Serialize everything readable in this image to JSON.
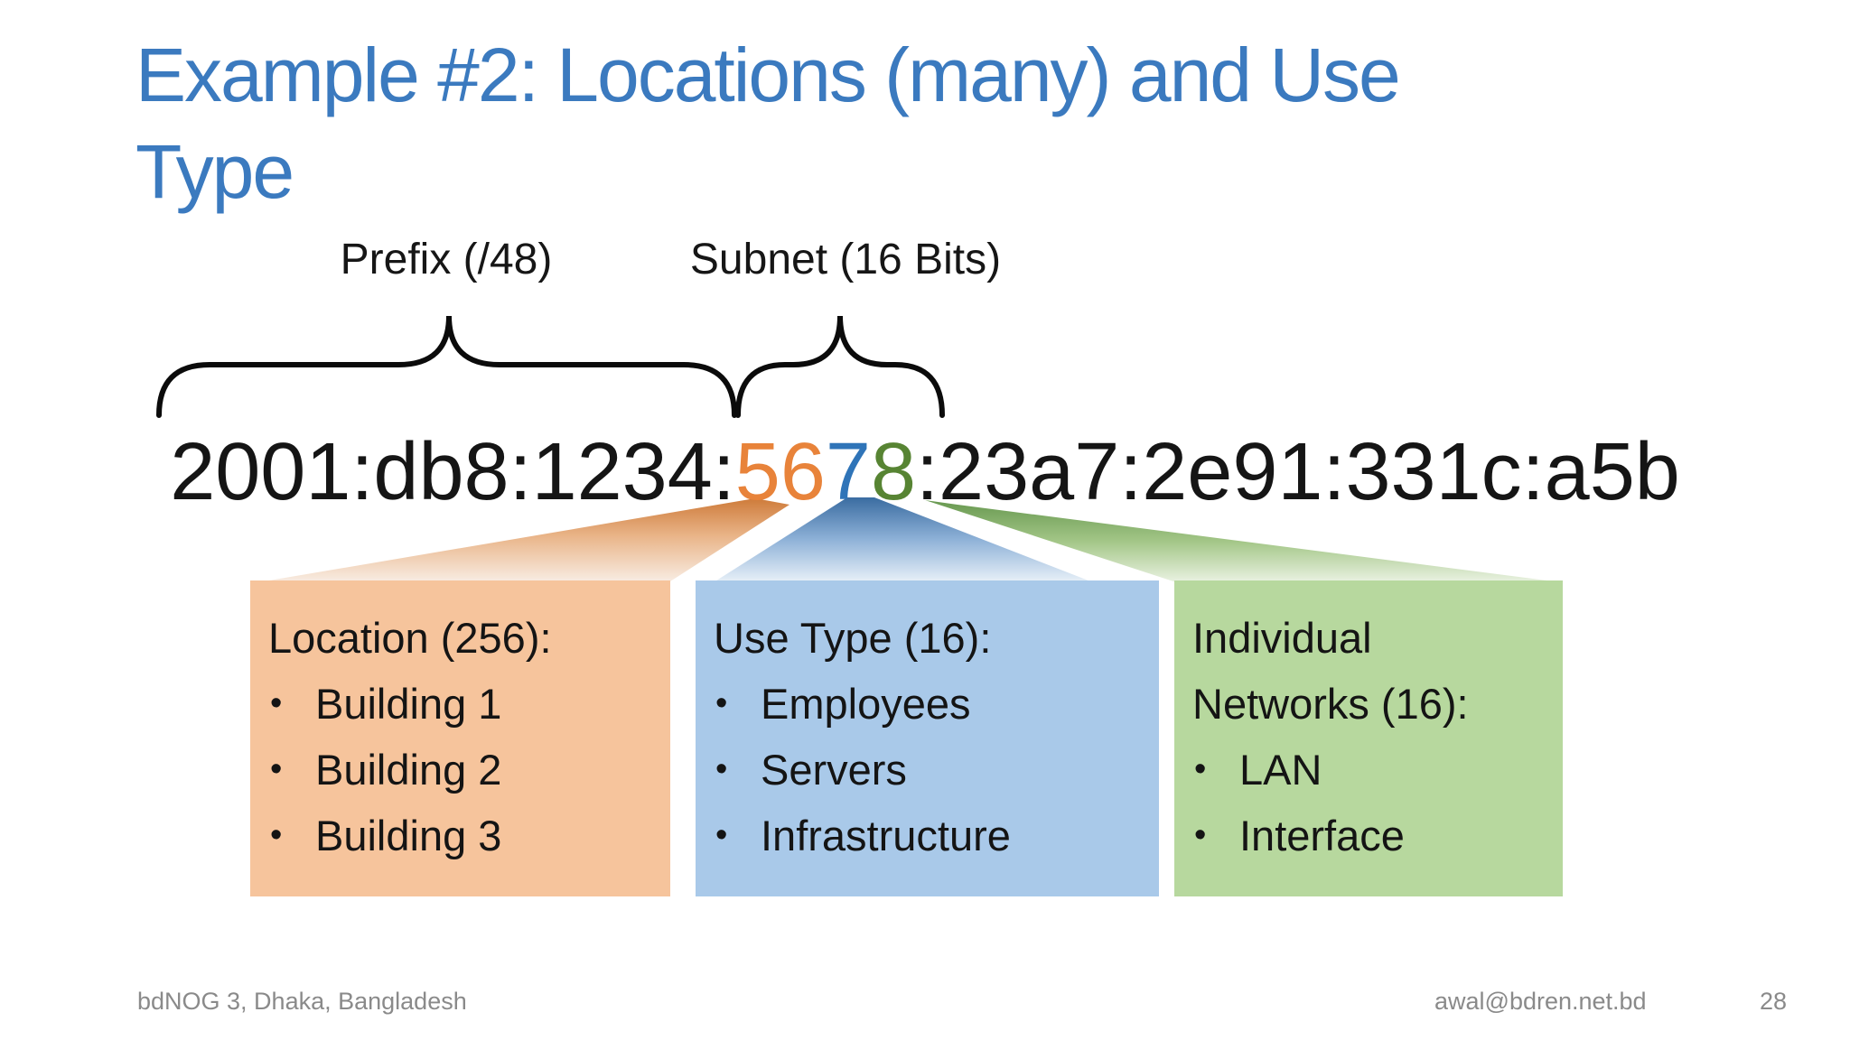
{
  "slide": {
    "title": "Example #2: Locations (many) and Use Type",
    "title_color": "#3B7ABF",
    "bullet_char": "•",
    "annotations": {
      "prefix_label": "Prefix (/48)",
      "subnet_label": "Subnet (16 Bits)"
    },
    "ipv6_address": {
      "full": "2001:db8:1234:5678:23a7:2e91:331c:a5b",
      "segments": [
        {
          "text": "2001:db8:1234:",
          "color": "#151515"
        },
        {
          "text": "56",
          "color": "#E8833A"
        },
        {
          "text": "7",
          "color": "#2F74B8"
        },
        {
          "text": "8",
          "color": "#578433"
        },
        {
          "text": ":23a7:2e91:331c:a5b",
          "color": "#151515"
        }
      ]
    },
    "callout_boxes": [
      {
        "heading": "Location (256):",
        "items": [
          "Building 1",
          "Building 2",
          "Building 3"
        ],
        "fill": "#F6C49C",
        "accent": "#E8833A"
      },
      {
        "heading": "Use Type (16):",
        "items": [
          "Employees",
          "Servers",
          "Infrastructure"
        ],
        "fill": "#A9C9E9",
        "accent": "#2F74B8"
      },
      {
        "heading": "Individual Networks (16):",
        "items": [
          "LAN",
          "Interface"
        ],
        "fill": "#B7D89E",
        "accent": "#578433"
      }
    ],
    "footer": {
      "venue": "bdNOG 3, Dhaka, Bangladesh",
      "email": "awal@bdren.net.bd",
      "page_number": "28",
      "text_color": "#8A8A8A"
    }
  }
}
